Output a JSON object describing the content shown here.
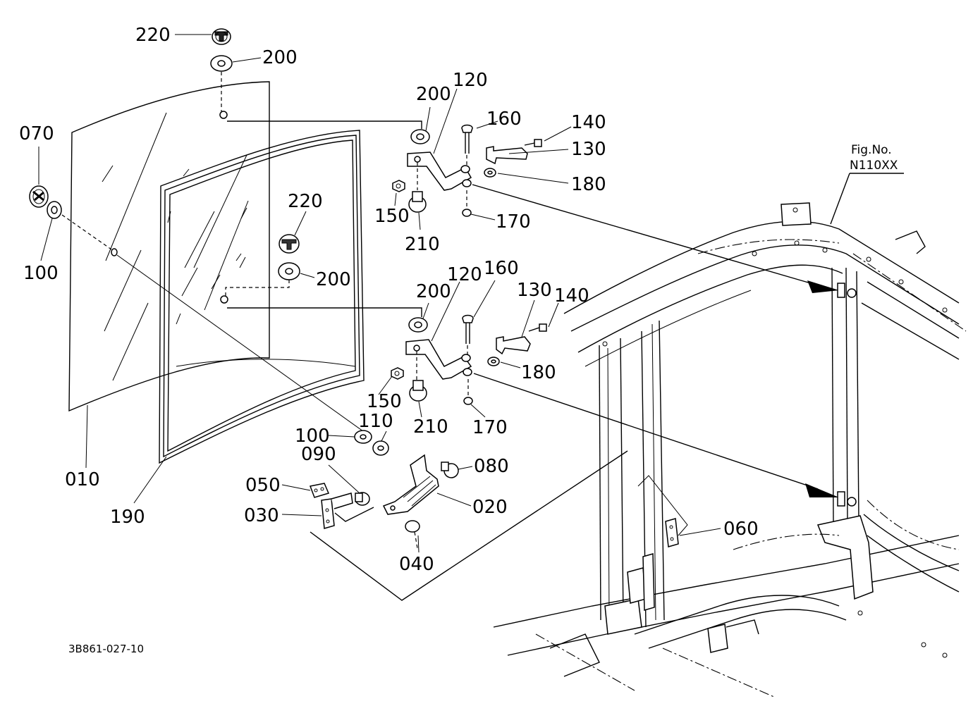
{
  "diagram": {
    "drawing_code": "3B861-027-10",
    "figure_ref_label": "Fig.No.",
    "figure_ref_value": "N110XX",
    "labels": [
      {
        "id": "l220a",
        "text": "220"
      },
      {
        "id": "l200a",
        "text": "200"
      },
      {
        "id": "l070",
        "text": "070"
      },
      {
        "id": "l100a",
        "text": "100"
      },
      {
        "id": "l200b",
        "text": "200"
      },
      {
        "id": "l120a",
        "text": "120"
      },
      {
        "id": "l160a",
        "text": "160"
      },
      {
        "id": "l140a",
        "text": "140"
      },
      {
        "id": "l130a",
        "text": "130"
      },
      {
        "id": "l180a",
        "text": "180"
      },
      {
        "id": "l150a",
        "text": "150"
      },
      {
        "id": "l210a",
        "text": "210"
      },
      {
        "id": "l170a",
        "text": "170"
      },
      {
        "id": "l220b",
        "text": "220"
      },
      {
        "id": "l200c",
        "text": "200"
      },
      {
        "id": "l200d",
        "text": "200"
      },
      {
        "id": "l120b",
        "text": "120"
      },
      {
        "id": "l160b",
        "text": "160"
      },
      {
        "id": "l130b",
        "text": "130"
      },
      {
        "id": "l140b",
        "text": "140"
      },
      {
        "id": "l180b",
        "text": "180"
      },
      {
        "id": "l150b",
        "text": "150"
      },
      {
        "id": "l210b",
        "text": "210"
      },
      {
        "id": "l170b",
        "text": "170"
      },
      {
        "id": "l100b",
        "text": "100"
      },
      {
        "id": "l110",
        "text": "110"
      },
      {
        "id": "l090",
        "text": "090"
      },
      {
        "id": "l080",
        "text": "080"
      },
      {
        "id": "l050",
        "text": "050"
      },
      {
        "id": "l020",
        "text": "020"
      },
      {
        "id": "l030",
        "text": "030"
      },
      {
        "id": "l040",
        "text": "040"
      },
      {
        "id": "l010",
        "text": "010"
      },
      {
        "id": "l190",
        "text": "190"
      },
      {
        "id": "l060",
        "text": "060"
      }
    ]
  }
}
